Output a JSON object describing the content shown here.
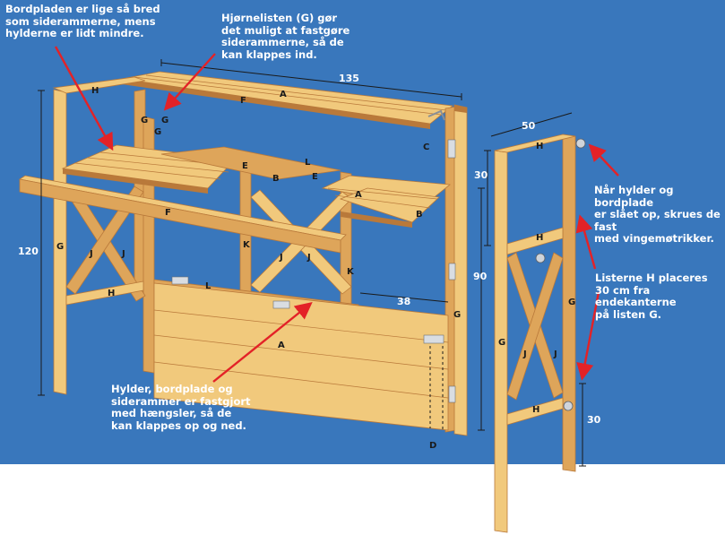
{
  "colors": {
    "background": "#3977bc",
    "wood_light": "#f1c97c",
    "wood_mid": "#dea55a",
    "wood_dark": "#b9793a",
    "arrow": "#e32227",
    "dimension_line": "#1a1a1a",
    "text": "#ffffff"
  },
  "annotations": {
    "bordplade": "Bordpladen er lige så bred\nsom siderammerne, mens\nhylderne er lidt mindre.",
    "hjornelisten": "Hjørnelisten (G) gør\ndet muligt at fastgøre\nsiderammerne, så de\nkan klappes ind.",
    "hylder": "Hylder, bordplade og\nsiderammer er fastgjort\nmed hængsler, så de\nkan klappes op og ned.",
    "vingemotrikker": "Når hylder og bordplade\ner slået op, skrues de fast\nmed vingemøtrikker.",
    "listerne": "Listerne H placeres\n30 cm fra endekanterne\npå listen G."
  },
  "dimensions": {
    "width_top": "135",
    "height_total": "120",
    "height_table": "90",
    "shelf_depth": "38",
    "side_depth": "50",
    "side_top_offset": "30",
    "side_bottom_offset": "30"
  },
  "part_labels": {
    "A": "A",
    "B": "B",
    "C": "C",
    "D": "D",
    "E": "E",
    "F": "F",
    "G": "G",
    "H": "H",
    "J": "J",
    "K": "K",
    "L": "L"
  }
}
